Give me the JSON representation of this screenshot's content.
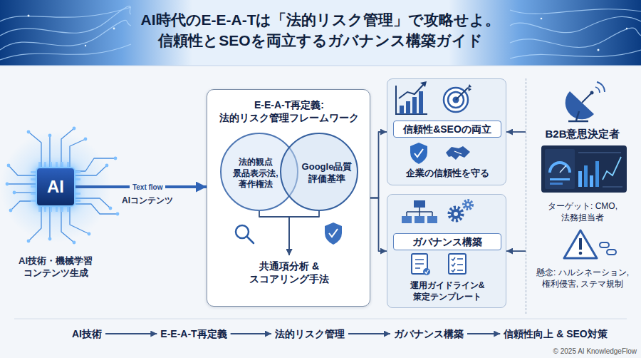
{
  "diagram": {
    "title": "AI時代のE-E-A-Tは「法的リスク管理」で攻略せよ。 信頼性とSEOを両立するガバナンス構築ガイド",
    "nodes": [
      {
        "text": [
          "AI",
          "AI技術・機械学習 コンテンツ生成"
        ]
      },
      {
        "text": [
          "E-E-A-T再定義: 法的リスク管理フレームワーク"
        ]
      },
      {
        "text": [
          "法的観点 景品表示法, 著作権法"
        ],
        "in": 1
      },
      {
        "text": [
          "Google品質 評価基準"
        ],
        "in": 1
      },
      {
        "text": [
          "共通項分析 & スコアリング手法"
        ],
        "in": 1
      },
      {
        "text": [
          "信頼性&SEOの両立",
          "企業の信頼性を守る"
        ]
      },
      {
        "text": [
          "ガバナンス構築",
          "運用ガイドライン& 策定テンプレート"
        ]
      },
      {
        "text": [
          "B2B意思決定者",
          "ターゲット: CMO, 法務担当者",
          "懸念: ハルシネーション, 権利侵害, ステマ規制"
        ]
      },
      {
        "text": [
          "AI技術"
        ]
      },
      {
        "text": [
          "E-E-A-T再定義"
        ]
      },
      {
        "text": [
          "法的リスク管理"
        ]
      },
      {
        "text": [
          "ガバナンス構築"
        ]
      },
      {
        "text": [
          "信頼性向上 & SEO対策"
        ]
      }
    ],
    "edges": [
      {
        "from": 0,
        "to": 1,
        "arrow": "to",
        "label": "Text flow"
      },
      {
        "from": 2,
        "to": 4,
        "arrow": "to"
      },
      {
        "from": 3,
        "to": 4,
        "arrow": "to"
      },
      {
        "from": 1,
        "to": 5,
        "arrow": "to"
      },
      {
        "from": 1,
        "to": 6,
        "arrow": "to"
      },
      {
        "from": 7,
        "to": 5,
        "arrow": "to"
      },
      {
        "from": 7,
        "to": 6,
        "arrow": "to"
      },
      {
        "from": 8,
        "to": 9,
        "arrow": "to"
      },
      {
        "from": 9,
        "to": 10,
        "arrow": "to"
      },
      {
        "from": 10,
        "to": 11,
        "arrow": "to"
      },
      {
        "from": 11,
        "to": 12,
        "arrow": "to"
      }
    ],
    "labels": [
      "AIコンテンツ",
      "© 2025 AI KnowledgeFlow"
    ]
  }
}
